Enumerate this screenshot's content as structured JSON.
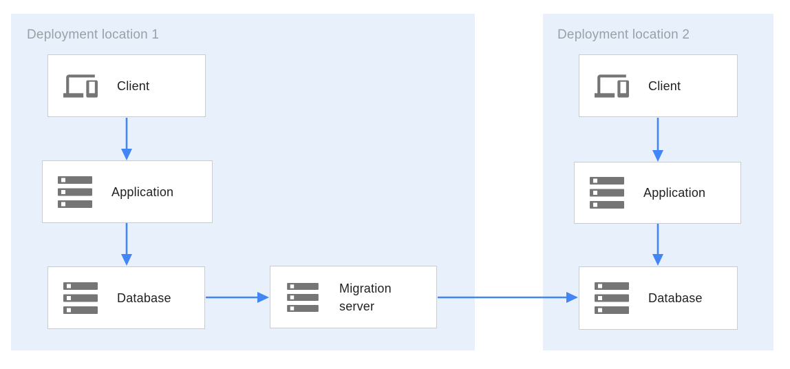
{
  "diagram": {
    "type": "architecture-diagram",
    "regions": [
      {
        "id": "location-1",
        "label": "Deployment location 1",
        "nodes": [
          {
            "id": "client-1",
            "label": "Client",
            "icon": "devices-icon"
          },
          {
            "id": "application-1",
            "label": "Application",
            "icon": "server-icon"
          },
          {
            "id": "database-1",
            "label": "Database",
            "icon": "server-icon"
          }
        ]
      },
      {
        "id": "location-2",
        "label": "Deployment location 2",
        "nodes": [
          {
            "id": "client-2",
            "label": "Client",
            "icon": "devices-icon"
          },
          {
            "id": "application-2",
            "label": "Application",
            "icon": "server-icon"
          },
          {
            "id": "database-2",
            "label": "Database",
            "icon": "server-icon"
          }
        ]
      }
    ],
    "migration_node": {
      "id": "migration-server",
      "label": "Migration server",
      "icon": "server-icon"
    },
    "edges": [
      {
        "from": "client-1",
        "to": "application-1",
        "direction": "down"
      },
      {
        "from": "application-1",
        "to": "database-1",
        "direction": "down"
      },
      {
        "from": "database-1",
        "to": "migration-server",
        "direction": "right"
      },
      {
        "from": "migration-server",
        "to": "database-2",
        "direction": "right"
      },
      {
        "from": "client-2",
        "to": "application-2",
        "direction": "down"
      },
      {
        "from": "application-2",
        "to": "database-2",
        "direction": "down"
      }
    ]
  },
  "colors": {
    "canvas_bg": "#ffffff",
    "region_bg": "#e8f0fb",
    "box_bg": "#ffffff",
    "box_border": "#c9cccf",
    "arrow": "#4285f4",
    "icon_gray": "#757575",
    "region_label": "#9aa0a6",
    "node_label": "#212121"
  }
}
